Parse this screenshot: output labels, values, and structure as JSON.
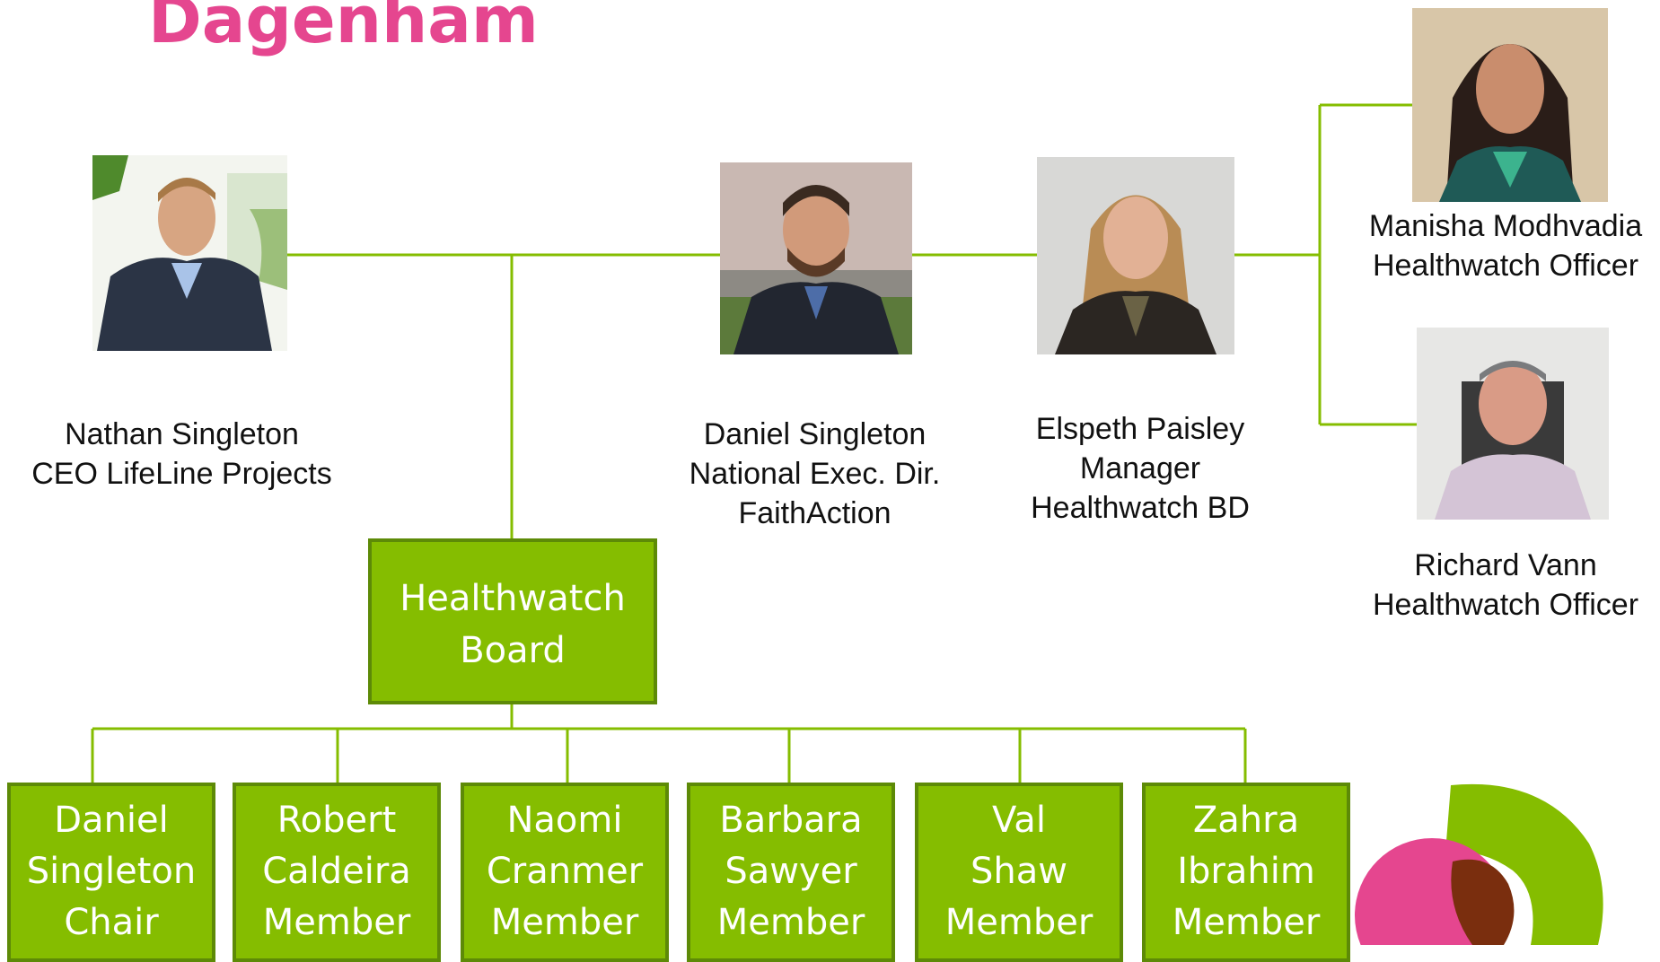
{
  "title": "Dagenham",
  "people": {
    "nathan": {
      "name": "Nathan Singleton",
      "role": "CEO LifeLine Projects",
      "photo_icon": "person-photo-icon"
    },
    "daniel": {
      "name": "Daniel Singleton",
      "role1": "National Exec. Dir.",
      "role2": "FaithAction",
      "photo_icon": "person-photo-icon"
    },
    "elspeth": {
      "name": "Elspeth Paisley",
      "role1": "Manager",
      "role2": "Healthwatch BD",
      "photo_icon": "person-photo-icon"
    },
    "manisha": {
      "name": "Manisha Modhvadia",
      "role": "Healthwatch Officer",
      "photo_icon": "person-photo-icon"
    },
    "richard": {
      "name": "Richard Vann",
      "role": "Healthwatch Officer",
      "photo_icon": "person-photo-icon"
    }
  },
  "board": {
    "line1": "Healthwatch",
    "line2": "Board"
  },
  "members": [
    {
      "first": "Daniel",
      "last": "Singleton",
      "role": "Chair"
    },
    {
      "first": "Robert",
      "last": "Caldeira",
      "role": "Member"
    },
    {
      "first": "Naomi",
      "last": "Cranmer",
      "role": "Member"
    },
    {
      "first": "Barbara",
      "last": "Sawyer",
      "role": "Member"
    },
    {
      "first": "Val",
      "last": "Shaw",
      "role": "Member"
    },
    {
      "first": "Zahra",
      "last": "Ibrahim",
      "role": "Member"
    }
  ],
  "colors": {
    "title": "#e5468f",
    "box_fill": "#85bd00",
    "box_border": "#5d8a07",
    "connector": "#85bd00",
    "logo_pink": "#e5468f",
    "logo_green": "#85bd00"
  },
  "logo_icon": "healthwatch-logo-icon"
}
